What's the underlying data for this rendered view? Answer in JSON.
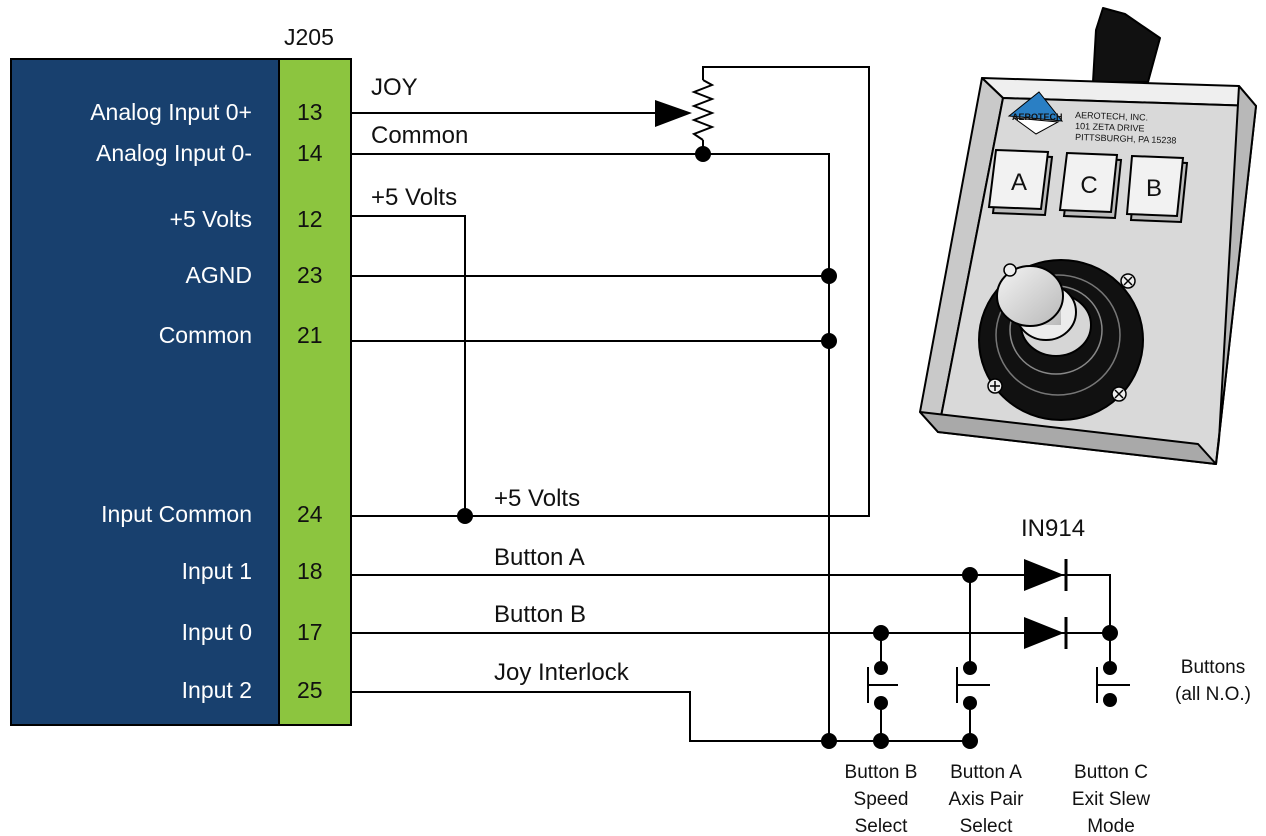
{
  "connector": {
    "name": "J205",
    "fill_color": "#18406e",
    "pin_strip_color": "#8cc53f",
    "pins": [
      {
        "label": "Analog Input 0+",
        "pin": "13"
      },
      {
        "label": "Analog Input 0-",
        "pin": "14"
      },
      {
        "label": "+5 Volts",
        "pin": "12"
      },
      {
        "label": "AGND",
        "pin": "23"
      },
      {
        "label": "Common",
        "pin": "21"
      },
      {
        "label": "Input Common",
        "pin": "24"
      },
      {
        "label": "Input 1",
        "pin": "18"
      },
      {
        "label": "Input 0",
        "pin": "17"
      },
      {
        "label": "Input 2",
        "pin": "25"
      }
    ]
  },
  "wires": {
    "joy": "JOY",
    "common": "Common",
    "plus5_top": "+5 Volts",
    "plus5_bottom": "+5 Volts",
    "button_a": "Button A",
    "button_b": "Button B",
    "joy_interlock": "Joy Interlock"
  },
  "diode": "IN914",
  "buttons_note": [
    "Buttons",
    "(all N.O.)"
  ],
  "button_captions": {
    "b": [
      "Button B",
      "Speed",
      "Select"
    ],
    "a": [
      "Button A",
      "Axis Pair",
      "Select"
    ],
    "c": [
      "Button C",
      "Exit Slew",
      "Mode"
    ]
  },
  "device": {
    "company": [
      "AEROTECH, INC.",
      "101 ZETA DRIVE",
      "PITTSBURGH, PA 15238"
    ],
    "logo_text": "AEROTECH",
    "keys": [
      "A",
      "C",
      "B"
    ],
    "body_color": "#d9d9d9",
    "cable_color": "#111111",
    "logo_color": "#2a7fc4"
  }
}
